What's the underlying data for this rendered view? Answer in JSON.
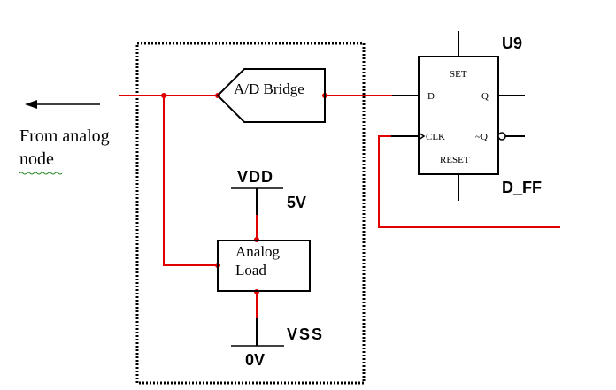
{
  "diagram": {
    "source_label_line1": "From analog",
    "source_label_line2": "node",
    "ad_bridge_label": "A/D Bridge",
    "analog_load_line1": "Analog",
    "analog_load_line2": "Load",
    "vdd_label": "VDD",
    "vdd_value": "5V",
    "vss_label": "VSS",
    "vss_value": "0V",
    "ff_instance": "U9",
    "ff_type": "D_FF",
    "ff_pins": {
      "set": "SET",
      "d": "D",
      "q": "Q",
      "clk": "CLK",
      "qbar": "~Q",
      "reset": "RESET"
    },
    "colors": {
      "wire_analog": "#e00000",
      "wire_digital": "#000000",
      "spellcheck": "#2a8a2a"
    }
  }
}
